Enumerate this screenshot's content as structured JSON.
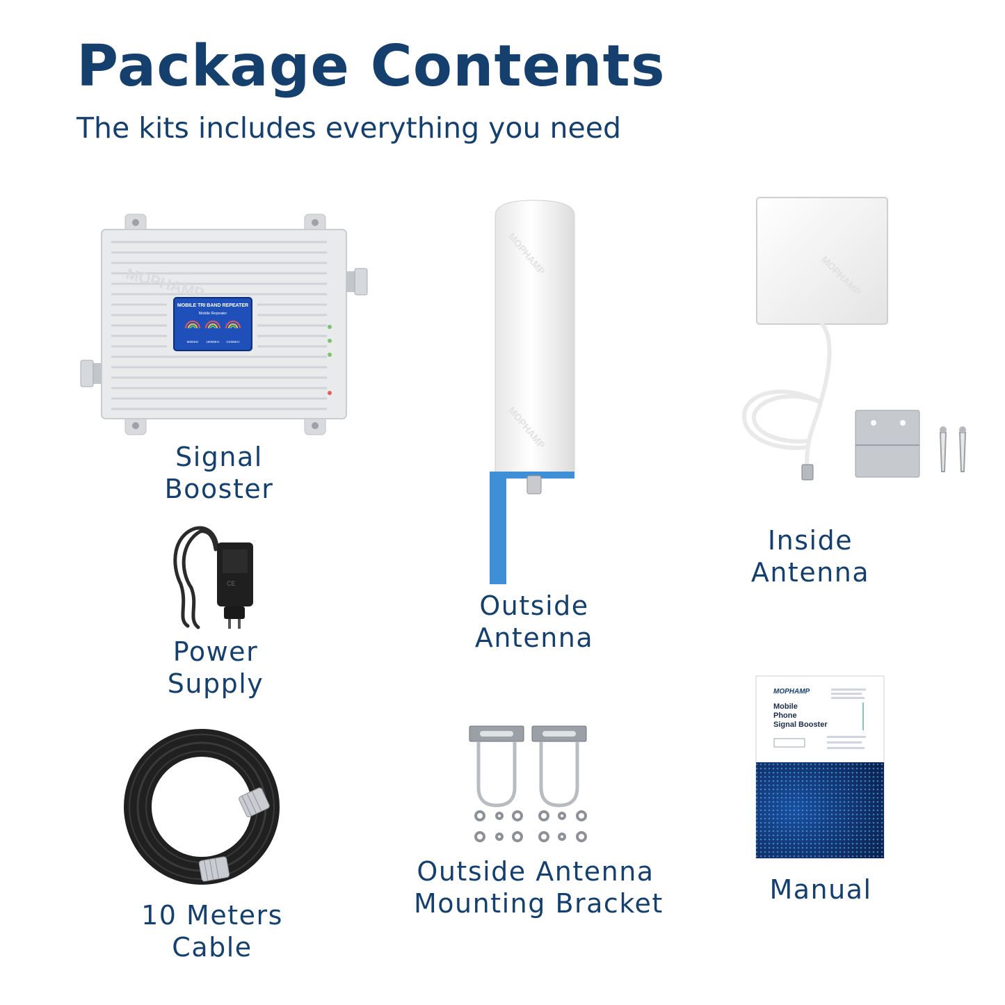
{
  "header": {
    "title": "Package Contents",
    "subtitle": "The kits includes everything you need"
  },
  "items": {
    "signal_booster": {
      "line1": "Signal",
      "line2": "Booster",
      "screen_title": "MOBILE TRI BAND REPEATER",
      "screen_subtitle": "Mobile Repeater",
      "band1": "900MHz",
      "band2": "1800MHz",
      "band3": "2100MHz",
      "brand": "MOPHAMP"
    },
    "power_supply": {
      "line1": "Power",
      "line2": "Supply"
    },
    "cable": {
      "line1": "10 Meters",
      "line2": "Cable"
    },
    "outside_antenna": {
      "line1": "Outside",
      "line2": "Antenna",
      "brand": "MOPHAMP"
    },
    "bracket": {
      "line1": "Outside Antenna",
      "line2": "Mounting Bracket"
    },
    "inside_antenna": {
      "line1": "Inside",
      "line2": "Antenna",
      "brand": "MOPHAMP"
    },
    "manual": {
      "label": "Manual",
      "brand": "MOPHAMP",
      "cover_l1": "Mobile",
      "cover_l2": "Phone",
      "cover_l3": "Signal Booster"
    }
  },
  "colors": {
    "text": "#15406d",
    "bracket_blue": "#3f8fd6",
    "screen_blue": "#1f4fb8",
    "manual_navy": "#0e2250"
  }
}
